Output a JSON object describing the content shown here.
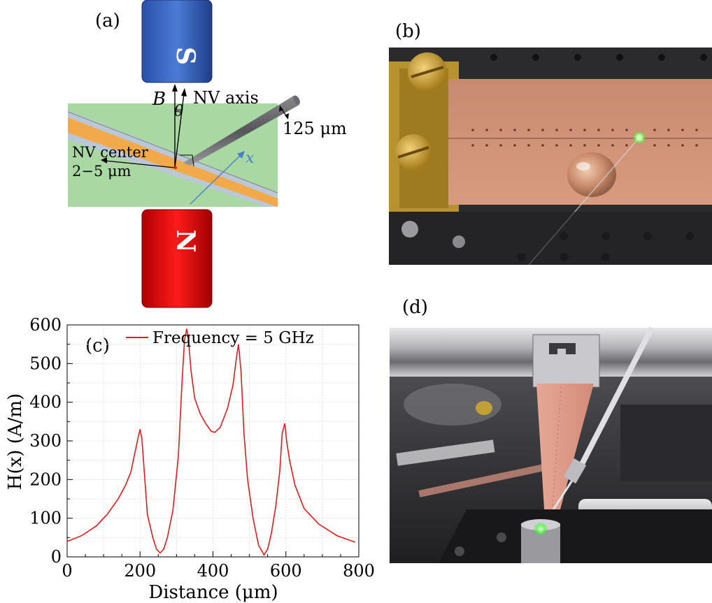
{
  "panels": {
    "a": {
      "label": "(a)",
      "magnet_top": "S",
      "magnet_bottom": "N",
      "field_label": "B",
      "angle_label": "θ",
      "axis_label": "NV axis",
      "fiber_label": "125 μm",
      "center_label": "NV center",
      "depth_label": "2−5 μm",
      "x_label": "x"
    },
    "b": {
      "label": "(b)"
    },
    "c": {
      "label": "(c)"
    },
    "d": {
      "label": "(d)"
    }
  },
  "chart_data": {
    "type": "line",
    "xlabel": "Distance (μm)",
    "ylabel": "H(x) (A/m)",
    "xlim": [
      0,
      800
    ],
    "ylim": [
      0,
      600
    ],
    "xticks": [
      0,
      200,
      400,
      600,
      800
    ],
    "yticks": [
      0,
      100,
      200,
      300,
      400,
      500,
      600
    ],
    "grid": true,
    "legend": "top-center",
    "series": [
      {
        "name": "Frequency = 5 GHz",
        "color": "#e41a1c",
        "x": [
          0,
          40,
          80,
          110,
          140,
          160,
          175,
          185,
          195,
          200,
          205,
          210,
          220,
          235,
          245,
          255,
          265,
          275,
          290,
          305,
          315,
          322,
          328,
          333,
          340,
          350,
          365,
          380,
          395,
          405,
          420,
          440,
          455,
          465,
          470,
          477,
          485,
          495,
          510,
          525,
          540,
          550,
          560,
          572,
          583,
          590,
          597,
          602,
          610,
          625,
          650,
          690,
          740,
          790
        ],
        "y": [
          40,
          55,
          80,
          110,
          150,
          185,
          220,
          265,
          310,
          330,
          305,
          240,
          110,
          50,
          20,
          10,
          20,
          50,
          120,
          260,
          450,
          560,
          590,
          560,
          480,
          410,
          370,
          345,
          325,
          322,
          335,
          385,
          445,
          520,
          550,
          480,
          320,
          200,
          100,
          30,
          5,
          20,
          60,
          130,
          220,
          320,
          345,
          300,
          250,
          185,
          125,
          85,
          55,
          38
        ]
      }
    ]
  }
}
